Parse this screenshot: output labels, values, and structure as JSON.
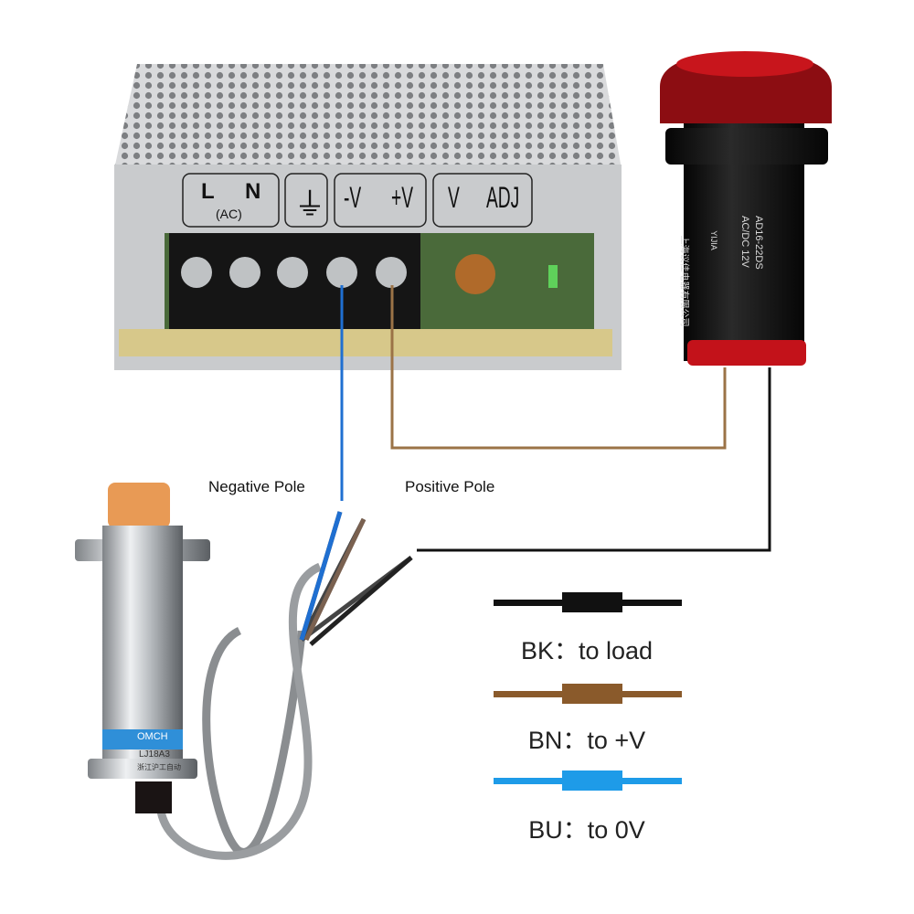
{
  "power_supply": {
    "terminal_labels": {
      "line": "L",
      "neutral": "N",
      "ac": "(AC)",
      "ground": "⏚",
      "neg_v": "-V",
      "pos_v": "+V",
      "v": "V",
      "adj": "ADJ"
    }
  },
  "indicator_lamp": {
    "brand": "YIJIA",
    "model": "AD16-22DS",
    "rating": "AC/DC 12V",
    "maker": "上海议佳电器有限公司"
  },
  "sensor": {
    "brand": "OMCH",
    "model": "LJ18A3",
    "maker": "浙江沪工自动"
  },
  "annotations": {
    "negative_pole": "Negative Pole",
    "positive_pole": "Positive Pole"
  },
  "legend": [
    {
      "code": "BK：to load",
      "color": "#111111"
    },
    {
      "code": "BN：to +V",
      "color": "#8a5a2b"
    },
    {
      "code": "BU：to 0V",
      "color": "#1e9be8"
    }
  ],
  "wire_colors": {
    "blue": "#1f6fd1",
    "brown": "#9b7347",
    "black": "#111111"
  }
}
